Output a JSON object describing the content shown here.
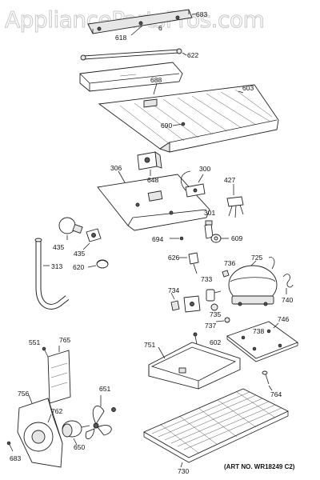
{
  "watermark": "AppliancePartsPros.com",
  "footer": {
    "art_no": "(ART NO. WR18249 C2)"
  },
  "parts": {
    "p683a": "683",
    "p618": "618",
    "p6x": "6",
    "p622": "622",
    "p688": "688",
    "p603": "603",
    "p690": "690",
    "p306": "306",
    "p648": "648",
    "p300": "300",
    "p427": "427",
    "p301": "301",
    "p694": "694",
    "p609": "609",
    "p435a": "435",
    "p435b": "435",
    "p313": "313",
    "p620": "620",
    "p626": "626",
    "p736": "736",
    "p725": "725",
    "p733": "733",
    "p734": "734",
    "p735": "735",
    "p740": "740",
    "p737": "737",
    "p746": "746",
    "p738": "738",
    "p602": "602",
    "p551": "551",
    "p765": "765",
    "p751": "751",
    "p651": "651",
    "p756": "756",
    "p762": "762",
    "p764": "764",
    "p650": "650",
    "p683b": "683",
    "p730": "730"
  }
}
